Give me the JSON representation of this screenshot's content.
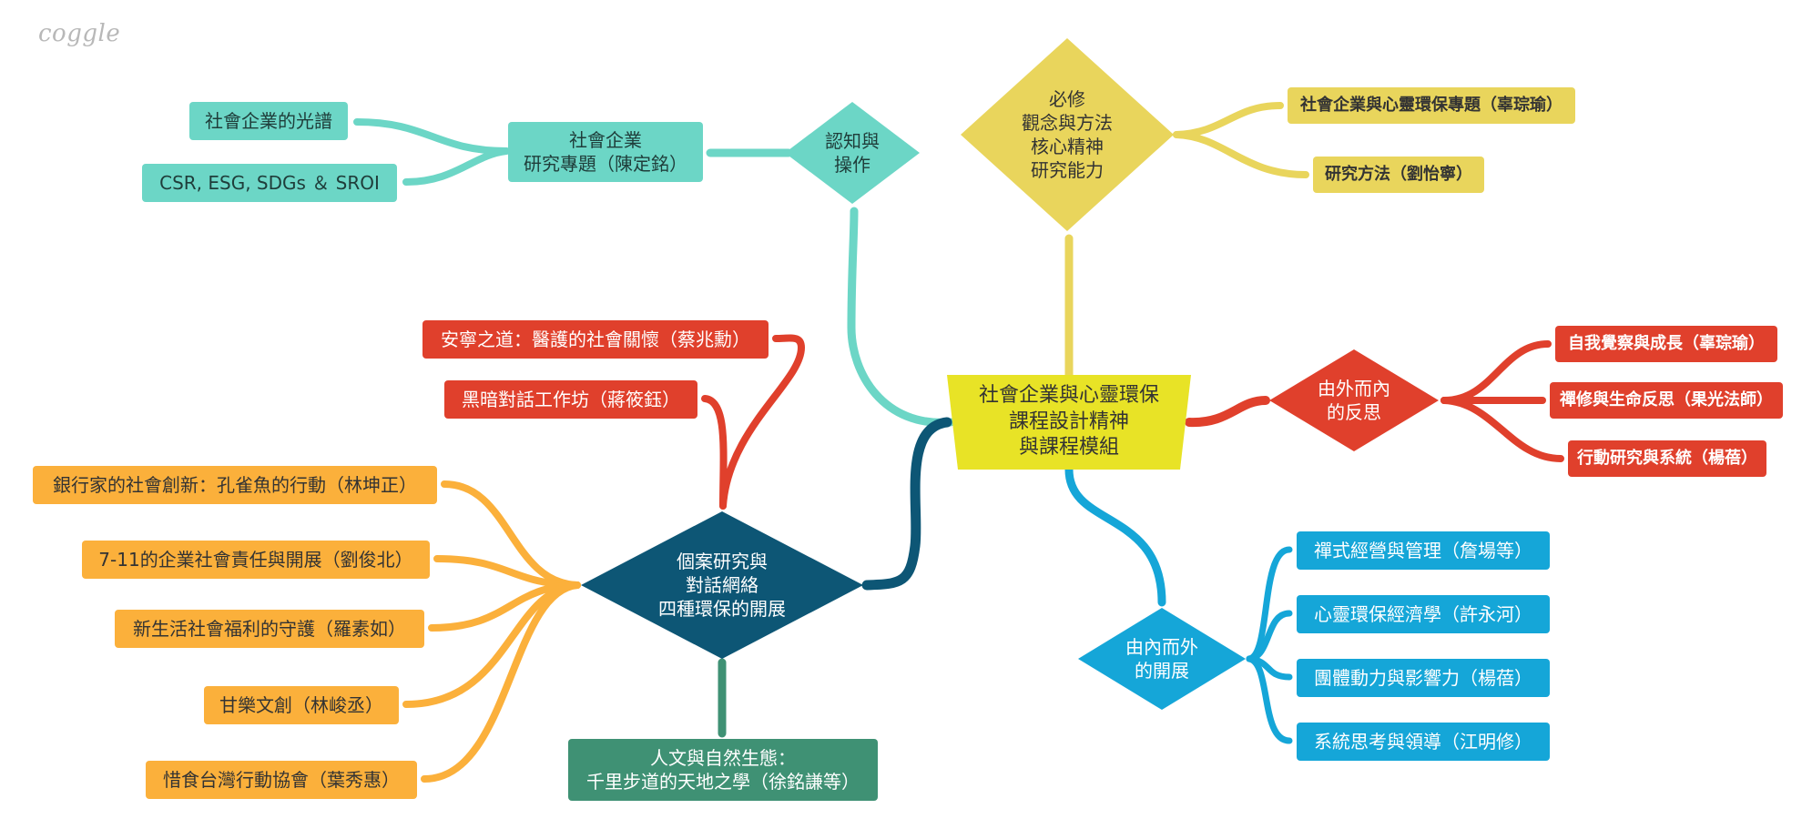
{
  "brand": {
    "logo": "coggle"
  },
  "colors": {
    "teal": "#6cd6c6",
    "yellow": "#e9d55c",
    "center": "#e8e326",
    "red": "#e0402c",
    "blue": "#15a6d8",
    "navy": "#0d5675",
    "orange": "#fbb03b",
    "green": "#3f9174"
  },
  "nodes": {
    "center": "社會企業與心靈環保\n課程設計精神\n與課程模組",
    "teal_hub": "認知與\n操作",
    "teal_project": "社會企業\n研究專題（陳定銘）",
    "teal_leaf_1": "社會企業的光譜",
    "teal_leaf_2": "CSR, ESG, SDGs ＆ SROI",
    "yellow_hub": "必修\n觀念與方法\n核心精神\n研究能力",
    "yellow_leaf_1": "社會企業與心靈環保專題（辜琮瑜）",
    "yellow_leaf_2": "研究方法（劉怡寧）",
    "red_hub": "由外而內\n的反思",
    "red_leaf_1": "自我覺察與成長（辜琮瑜）",
    "red_leaf_2": "禪修與生命反思（果光法師）",
    "red_leaf_3": "行動研究與系統（楊蓓）",
    "blue_hub": "由內而外\n的開展",
    "blue_leaf_1": "禪式經營與管理（詹場等）",
    "blue_leaf_2": "心靈環保經濟學（許永河）",
    "blue_leaf_3": "團體動力與影響力（楊蓓）",
    "blue_leaf_4": "系統思考與領導（江明修）",
    "navy_hub": "個案研究與\n對話網絡\n四種環保的開展",
    "red2_leaf_1": "安寧之道：醫護的社會關懷（蔡兆勳）",
    "red2_leaf_2": "黑暗對話工作坊（蔣筱鈺）",
    "orange_leaf_1": "銀行家的社會創新：孔雀魚的行動（林坤正）",
    "orange_leaf_2": "7-11的企業社會責任與開展（劉俊北）",
    "orange_leaf_3": "新生活社會福利的守護（羅素如）",
    "orange_leaf_4": "甘樂文創（林峻丞）",
    "orange_leaf_5": "惜食台灣行動協會（葉秀惠）",
    "green_leaf": "人文與自然生態：\n千里步道的天地之學（徐銘謙等）"
  }
}
